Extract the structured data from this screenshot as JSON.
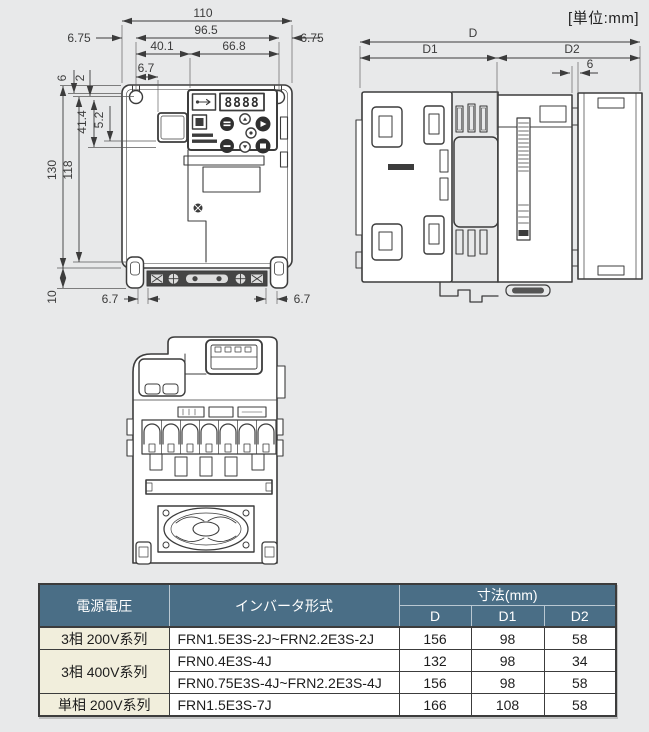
{
  "unit_note": "[単位:mm]",
  "front_view": {
    "display": "8888",
    "dims": {
      "total_width": "110",
      "mounting_width": "96.5",
      "margin_left": "6.75",
      "margin_right": "6.75",
      "keypad_offset": "40.1",
      "keypad_width": "66.8",
      "hole_offset": "6.7",
      "top_edge_gap": "6",
      "top_hole_gap": "2",
      "panel_height": "41.4",
      "panel_inset": "5.2",
      "total_height": "130",
      "mounting_height": "118",
      "foot_height": "10",
      "bottom_left_offset": "6.7",
      "bottom_right_offset": "6.7"
    }
  },
  "side_view": {
    "dims": {
      "depth_total": "D",
      "depth_front": "D1",
      "depth_rear": "D2",
      "plate_thickness": "6"
    }
  },
  "table": {
    "headers": {
      "voltage": "電源電圧",
      "model": "インバータ形式",
      "dimensions": "寸法(mm)",
      "d": "D",
      "d1": "D1",
      "d2": "D2"
    },
    "rows": [
      {
        "voltage": "3相 200V系列",
        "model": "FRN1.5E3S-2J~FRN2.2E3S-2J",
        "d": "156",
        "d1": "98",
        "d2": "58"
      },
      {
        "voltage": "3相 400V系列",
        "model": "FRN0.4E3S-4J",
        "d": "132",
        "d1": "98",
        "d2": "34"
      },
      {
        "model": "FRN0.75E3S-4J~FRN2.2E3S-4J",
        "d": "156",
        "d1": "98",
        "d2": "58"
      },
      {
        "voltage": "単相 200V系列",
        "model": "FRN1.5E3S-7J",
        "d": "166",
        "d1": "108",
        "d2": "58"
      }
    ],
    "colors": {
      "header_bg": "#4a6e86",
      "header_text": "#ffffff",
      "voltage_bg": "#f1eedc",
      "border": "#3c3c3c"
    }
  },
  "colors": {
    "page_bg": "#e8e9ea",
    "line": "#3c3c3c"
  }
}
